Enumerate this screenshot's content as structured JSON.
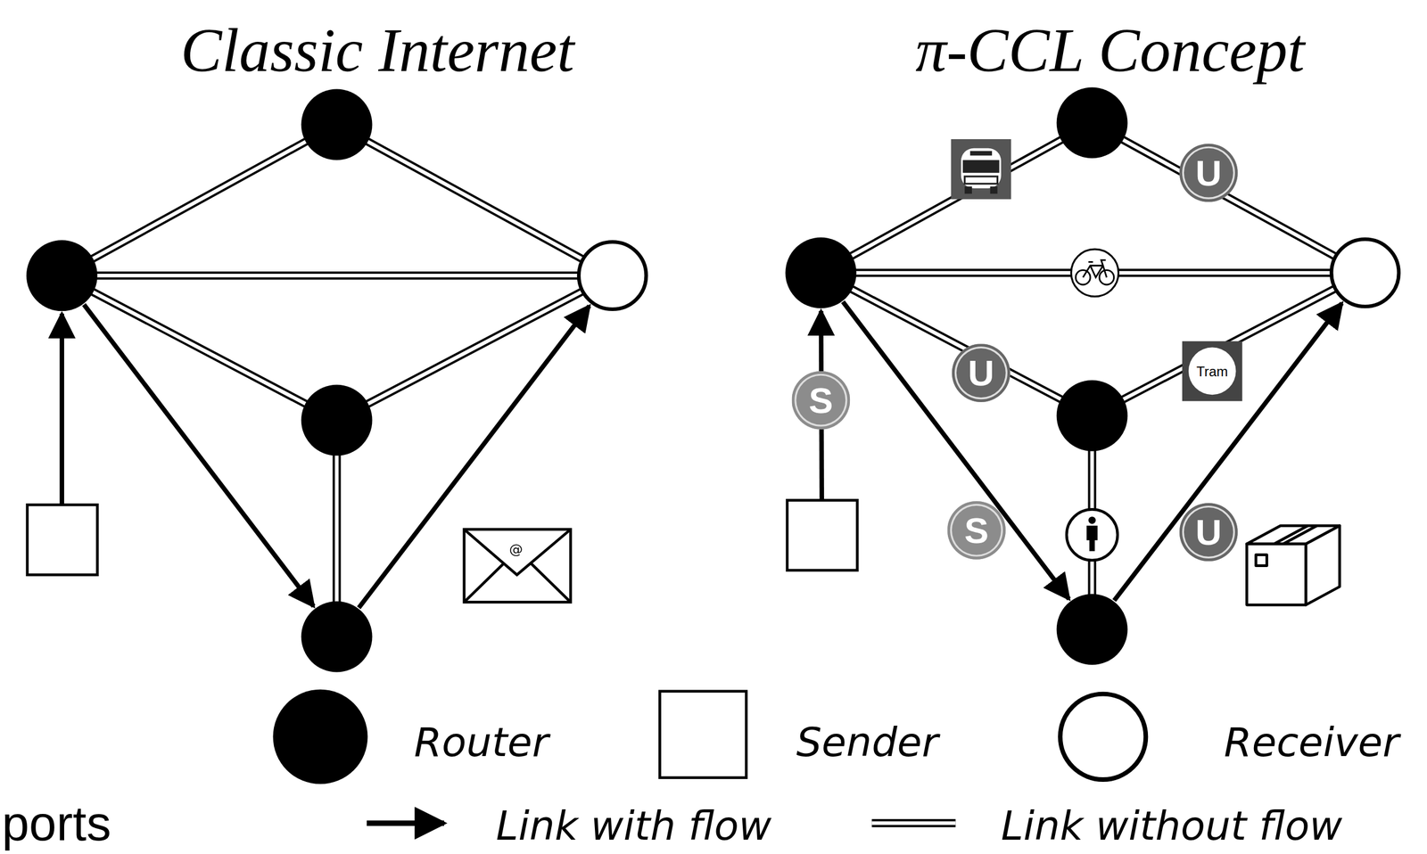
{
  "diagram": {
    "nodes": [
      {
        "text": [
          "U"
        ]
      },
      {
        "text": [
          "U"
        ]
      },
      {
        "text": [
          "Tram"
        ]
      },
      {
        "text": [
          "S"
        ]
      },
      {
        "text": [
          "S"
        ]
      },
      {
        "text": [
          "U"
        ]
      }
    ],
    "labels": [
      "Classic Internet",
      "π-CCL Concept",
      "@",
      "ports"
    ],
    "legend": [
      {
        "text": "Router"
      },
      {
        "text": "Sender"
      },
      {
        "text": "Receiver"
      },
      {
        "text": "Link with flow"
      },
      {
        "text": "Link without flow"
      }
    ]
  }
}
